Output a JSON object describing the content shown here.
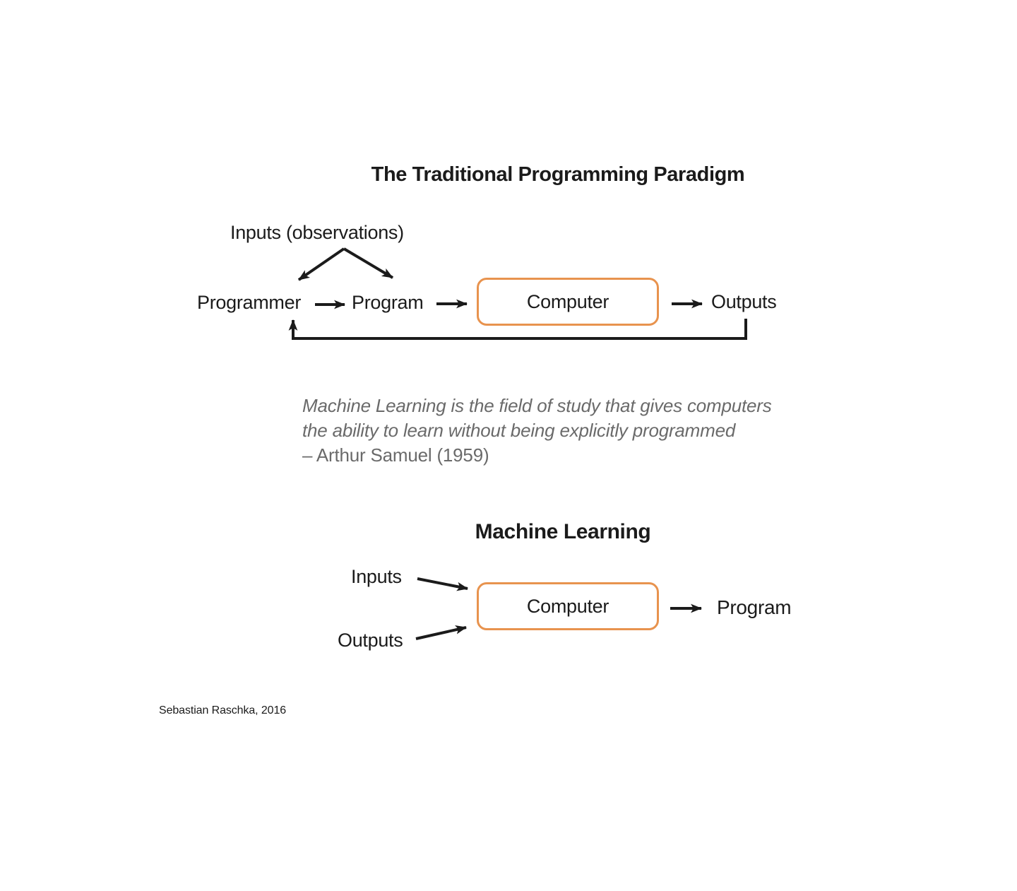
{
  "colors": {
    "text": "#1b1b1b",
    "arrow": "#1b1b1b",
    "box_border": "#e8934e",
    "quote": "#6a6a6a",
    "background": "#ffffff"
  },
  "traditional": {
    "title": "The Traditional Programming Paradigm",
    "inputs_label": "Inputs (observations)",
    "programmer_label": "Programmer",
    "program_label": "Program",
    "computer_label": "Computer",
    "outputs_label": "Outputs"
  },
  "quote": {
    "line1": "Machine Learning is the field of study that gives computers",
    "line2": "the ability to learn without being explicitly programmed",
    "attribution": "– Arthur Samuel (1959)"
  },
  "ml": {
    "title": "Machine Learning",
    "inputs_label": "Inputs",
    "outputs_label": "Outputs",
    "computer_label": "Computer",
    "program_label": "Program"
  },
  "credit": "Sebastian Raschka, 2016"
}
